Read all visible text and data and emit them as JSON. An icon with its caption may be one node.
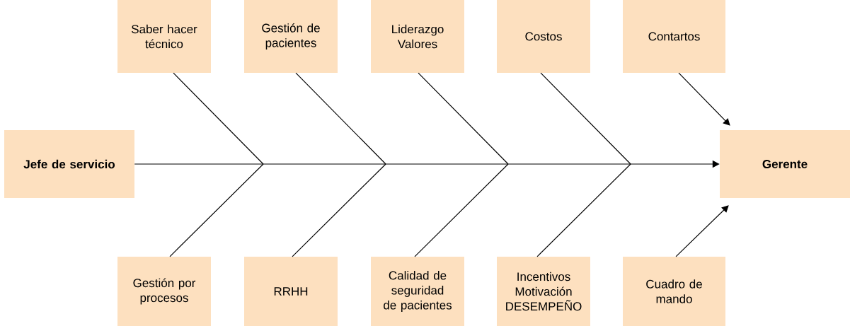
{
  "diagram": {
    "nodes": [
      {
        "text": [
          "Saber hacer técnico"
        ]
      },
      {
        "text": [
          "Gestión de pacientes"
        ]
      },
      {
        "text": [
          "Liderazgo Valores"
        ]
      },
      {
        "text": [
          "Costos"
        ]
      },
      {
        "text": [
          "Contartos"
        ]
      },
      {
        "text": [
          "Jefe de servicio"
        ]
      },
      {
        "text": [
          "Gerente"
        ]
      },
      {
        "text": [
          "Gestión por procesos"
        ]
      },
      {
        "text": [
          "RRHH"
        ]
      },
      {
        "text": [
          "Calidad de seguridad de pacientes"
        ]
      },
      {
        "text": [
          "Incentivos Motivación DESEMPEÑO"
        ]
      },
      {
        "text": [
          "Cuadro de mando"
        ]
      }
    ],
    "edges": [
      {
        "from": 5,
        "to": 6,
        "arrow": "to"
      },
      {
        "from": 0,
        "to": null,
        "arrow": "none"
      },
      {
        "from": 1,
        "to": null,
        "arrow": "none"
      },
      {
        "from": 2,
        "to": null,
        "arrow": "none"
      },
      {
        "from": 3,
        "to": null,
        "arrow": "none"
      },
      {
        "from": 7,
        "to": null,
        "arrow": "none"
      },
      {
        "from": 8,
        "to": null,
        "arrow": "none"
      },
      {
        "from": 9,
        "to": null,
        "arrow": "none"
      },
      {
        "from": 10,
        "to": null,
        "arrow": "none"
      },
      {
        "from": 4,
        "to": 6,
        "arrow": "to"
      },
      {
        "from": 11,
        "to": 6,
        "arrow": "to"
      }
    ]
  }
}
